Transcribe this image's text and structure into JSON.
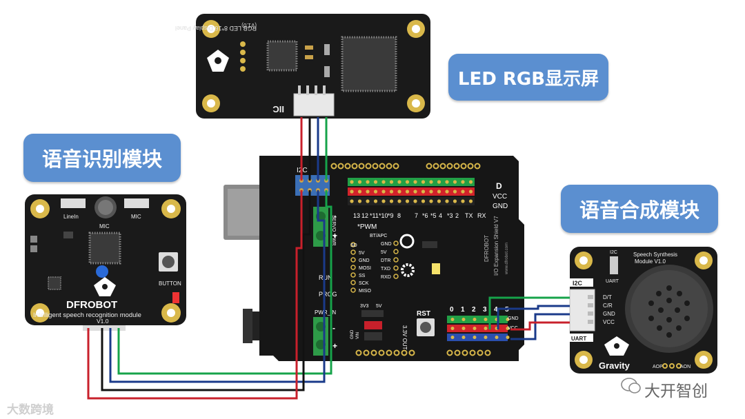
{
  "callouts": {
    "led": "LED RGB显示屏",
    "asr": "语音识别模块",
    "tts": "语音合成模块"
  },
  "led_panel": {
    "title": "RGB LED 8*16 Display Panel",
    "version": "(V1.0)",
    "interface": "IIC"
  },
  "asr_module": {
    "brand": "DFROBOT",
    "caption": "Intelligent  speech  recognition  module",
    "version": "V1.0",
    "label_linein": "LineIn",
    "label_mic_left": "MIC",
    "label_mic_right": "MIC",
    "label_button": "BUTTON"
  },
  "tts_module": {
    "title_line1": "Speech Synthesis",
    "title_line2": "Module V1.0",
    "label_i2c_top": "I2C",
    "label_uart_top": "UART",
    "label_i2c_side": "I2C",
    "label_uart_side": "UART",
    "pins": [
      "D/T",
      "C/R",
      "GND",
      "VCC"
    ],
    "brand": "Gravity",
    "aop": "AOP",
    "aon": "AON"
  },
  "shield": {
    "i2c": "I2C",
    "pwm": "*PWM",
    "bt_apc": "BT/APC",
    "servo_pwr": "SERVO_PWR",
    "digital_pins": [
      "13",
      "12",
      "*11",
      "*10",
      "*9",
      "8",
      "7",
      "*6",
      "*5",
      "4",
      "*3",
      "2",
      "TX",
      "RX"
    ],
    "rail_d": "D",
    "rail_vcc": "VCC",
    "rail_gnd": "GND",
    "sd_labels": [
      "SD",
      "5V",
      "GND",
      "MOSI",
      "SS",
      "SCK",
      "MISO"
    ],
    "bt_labels": [
      "GND",
      "5V",
      "DTR",
      "TXD",
      "RXD"
    ],
    "run": "RUN",
    "prog": "PROG",
    "pwr_in": "PWR_IN",
    "v33": "3V3",
    "v5": "5V",
    "vin": "VIN",
    "gnd": "GND",
    "out": "3.3V OUT",
    "rst": "RST",
    "analog_pins": [
      "0",
      "1",
      "2",
      "3",
      "4",
      "5"
    ],
    "brand": "DFROBOT",
    "name": "I/O Expansion Shield V7",
    "site": "www.dfrobot.com",
    "right_gnd": "GND",
    "right_vcc": "VCC"
  },
  "watermarks": {
    "left": "大数跨境",
    "right": "大开智创"
  },
  "colors": {
    "callout": "#5b8fd0",
    "pcb": "#1a1a1a",
    "gold": "#d9b84a",
    "wire_red": "#c8202b",
    "wire_black": "#111111",
    "wire_blue": "#1a3a8a",
    "wire_green": "#16a34a"
  },
  "icons": [
    "microphone-icon",
    "speaker-icon",
    "reset-button-icon",
    "wechat-icon"
  ]
}
